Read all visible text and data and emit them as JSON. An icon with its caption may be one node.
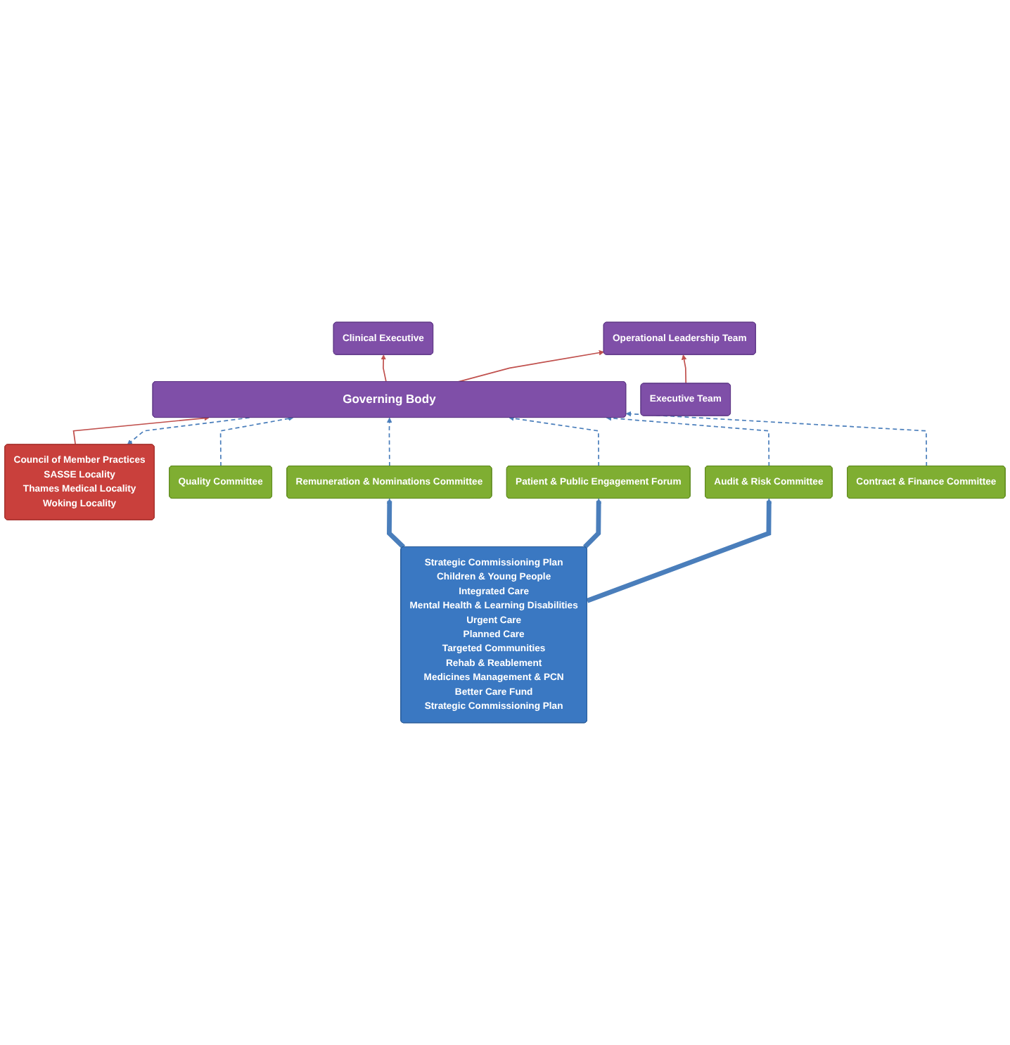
{
  "diagram": {
    "nodes": [
      {
        "text": [
          "Council of Member Practices",
          "SASSE Locality",
          "Thames Medical Locality",
          "Woking Locality"
        ]
      },
      {
        "text": [
          "Governing Body"
        ]
      },
      {
        "text": [
          "Clinical Executive"
        ]
      },
      {
        "text": [
          "Operational Leadership Team"
        ]
      },
      {
        "text": [
          "Executive Team"
        ]
      },
      {
        "text": [
          "Quality Committee"
        ]
      },
      {
        "text": [
          "Remuneration & Nominations Committee"
        ]
      },
      {
        "text": [
          "Patient & Public Engagement Forum"
        ]
      },
      {
        "text": [
          "Audit & Risk Committee"
        ]
      },
      {
        "text": [
          "Contract & Finance Committee"
        ]
      },
      {
        "text": [
          "Strategic Commissioning Plan",
          "Children & Young People",
          "Integrated Care",
          "Mental Health & Learning Disabilities",
          "Urgent Care",
          "Planned Care",
          "Targeted Communities",
          "Rehab & Reablement",
          "Medicines Management & PCN",
          "Better Care Fund",
          "Strategic Commissioning Plan"
        ]
      }
    ],
    "edges": [
      {
        "from": 1,
        "to": 0,
        "arrow": "to",
        "style": "dashed"
      },
      {
        "from": 0,
        "to": 1,
        "arrow": "to",
        "color": "#c0504d"
      },
      {
        "from": 1,
        "to": 2,
        "arrow": "to",
        "color": "#c0504d"
      },
      {
        "from": 1,
        "to": 3,
        "arrow": "to",
        "color": "#c0504d"
      },
      {
        "from": 4,
        "to": 3,
        "arrow": "to",
        "color": "#c0504d"
      },
      {
        "from": 5,
        "to": 1,
        "arrow": "to",
        "style": "dashed"
      },
      {
        "from": 6,
        "to": 1,
        "arrow": "to",
        "style": "dashed"
      },
      {
        "from": 7,
        "to": 1,
        "arrow": "to",
        "style": "dashed"
      },
      {
        "from": 8,
        "to": 1,
        "arrow": "to",
        "style": "dashed"
      },
      {
        "from": 9,
        "to": 1,
        "arrow": "to",
        "style": "dashed"
      },
      {
        "from": 10,
        "to": 6,
        "arrow": "to",
        "style": "thick"
      },
      {
        "from": 10,
        "to": 7,
        "arrow": "to",
        "style": "thick"
      },
      {
        "from": 10,
        "to": 8,
        "arrow": "to",
        "style": "thick"
      }
    ]
  }
}
